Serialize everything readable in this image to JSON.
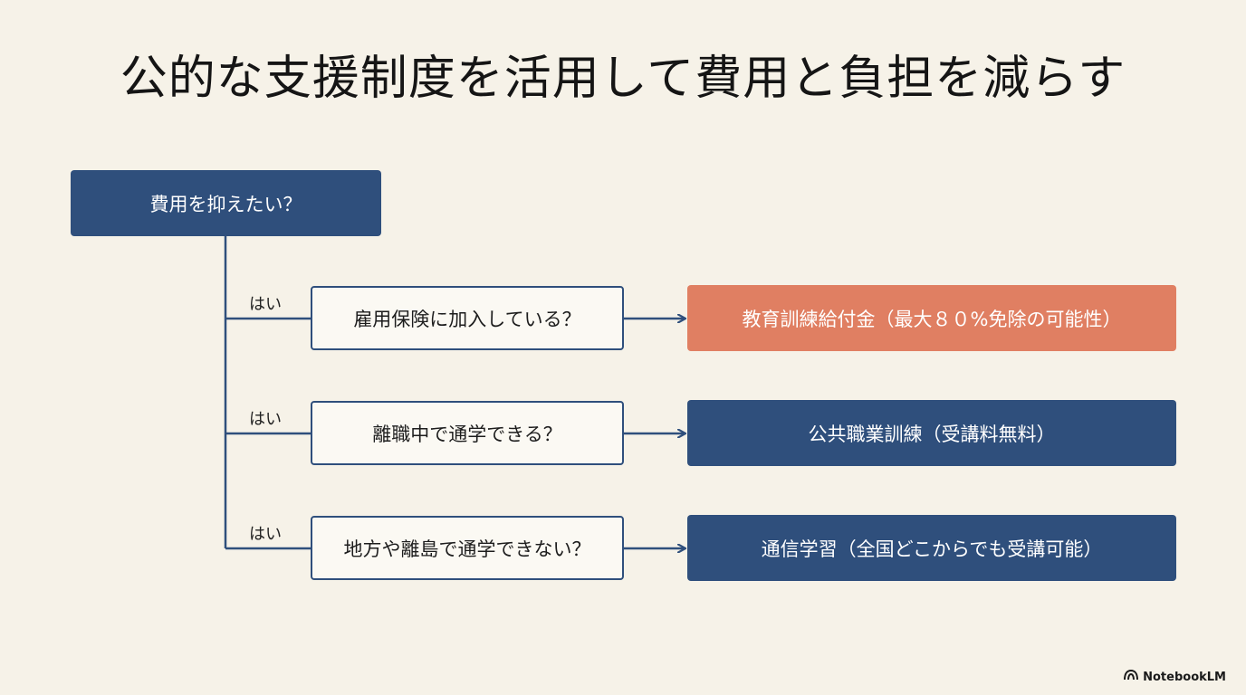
{
  "title": "公的な支援制度を活用して費用と負担を減らす",
  "root": {
    "label": "費用を抑えたい？"
  },
  "branches": [
    {
      "yes_label": "はい",
      "question": "雇用保険に加入している？",
      "result": "教育訓練給付金（最大８０%免除の可能性）",
      "result_color": "#e07f62"
    },
    {
      "yes_label": "はい",
      "question": "離職中で通学できる？",
      "result": "公共職業訓練（受講料無料）",
      "result_color": "#2f4f7c"
    },
    {
      "yes_label": "はい",
      "question": "地方や離島で通学できない？",
      "result": "通信学習（全国どこからでも受講可能）",
      "result_color": "#2f4f7c"
    }
  ],
  "brand": {
    "label": "NotebookLM",
    "icon": "notebooklm-logo-icon"
  },
  "colors": {
    "primary": "#2f4f7c",
    "accent": "#e07f62",
    "background": "#f6f2e8"
  }
}
